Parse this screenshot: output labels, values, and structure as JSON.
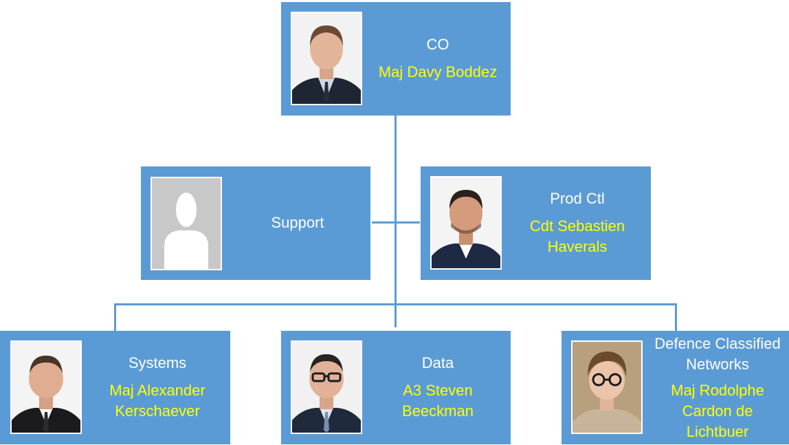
{
  "diagram": {
    "co": {
      "role": "CO",
      "name": "Maj Davy Boddez"
    },
    "support": {
      "role": "Support"
    },
    "prodctl": {
      "role": "Prod Ctl",
      "name": "Cdt Sebastien\nHaverals"
    },
    "systems": {
      "role": "Systems",
      "name": "Maj Alexander\nKerschaever"
    },
    "data": {
      "role": "Data",
      "name": "A3 Steven\nBeeckman"
    },
    "dcn": {
      "role": "Defence Classified\nNetworks",
      "name": "Maj Rodolphe\nCardon de\nLichtbuer"
    }
  },
  "colors": {
    "box": "#5b9bd5",
    "role_text": "#ffffff",
    "name_text": "#ffff00"
  }
}
